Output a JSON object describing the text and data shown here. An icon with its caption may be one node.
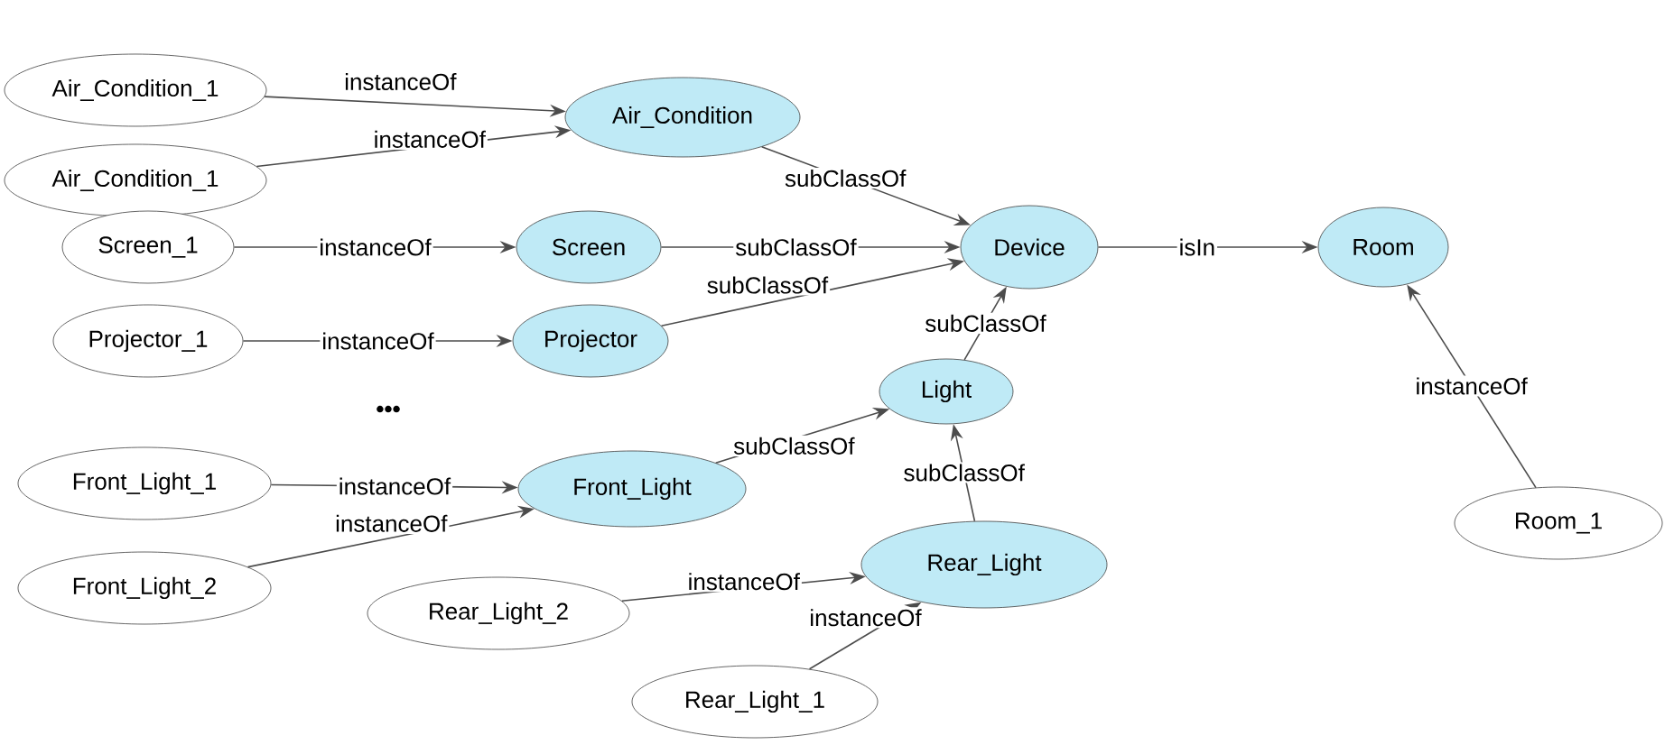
{
  "diagram": {
    "nodes": [
      {
        "text": [
          "Air_Condition_1"
        ]
      },
      {
        "text": [
          "Air_Condition_1"
        ]
      },
      {
        "text": [
          "Air_Condition"
        ]
      },
      {
        "text": [
          "Screen_1"
        ]
      },
      {
        "text": [
          "Screen"
        ]
      },
      {
        "text": [
          "Device"
        ]
      },
      {
        "text": [
          "Room"
        ]
      },
      {
        "text": [
          "Projector_1"
        ]
      },
      {
        "text": [
          "Projector"
        ]
      },
      {
        "text": [
          "Light"
        ]
      },
      {
        "text": [
          "Front_Light_1"
        ]
      },
      {
        "text": [
          "Front_Light"
        ]
      },
      {
        "text": [
          "Front_Light_2"
        ]
      },
      {
        "text": [
          "Rear_Light_2"
        ]
      },
      {
        "text": [
          "Rear_Light"
        ]
      },
      {
        "text": [
          "Room_1"
        ]
      },
      {
        "text": [
          "Rear_Light_1"
        ]
      }
    ],
    "edges": [
      {
        "from": 0,
        "to": 2,
        "arrow": "to",
        "label": "instanceOf"
      },
      {
        "from": 1,
        "to": 2,
        "arrow": "to",
        "label": "instanceOf"
      },
      {
        "from": 2,
        "to": 5,
        "arrow": "to",
        "label": "subClassOf"
      },
      {
        "from": 3,
        "to": 4,
        "arrow": "to",
        "label": "instanceOf"
      },
      {
        "from": 4,
        "to": 5,
        "arrow": "to",
        "label": "subClassOf"
      },
      {
        "from": 5,
        "to": 6,
        "arrow": "to",
        "label": "isIn"
      },
      {
        "from": 7,
        "to": 8,
        "arrow": "to",
        "label": "instanceOf"
      },
      {
        "from": 8,
        "to": 5,
        "arrow": "to",
        "label": "subClassOf"
      },
      {
        "from": 9,
        "to": 5,
        "arrow": "to",
        "label": "subClassOf"
      },
      {
        "from": 15,
        "to": 6,
        "arrow": "to",
        "label": "instanceOf"
      },
      {
        "from": 10,
        "to": 11,
        "arrow": "to",
        "label": "instanceOf"
      },
      {
        "from": 12,
        "to": 11,
        "arrow": "to",
        "label": "instanceOf"
      },
      {
        "from": 11,
        "to": 9,
        "arrow": "to",
        "label": "subClassOf"
      },
      {
        "from": 14,
        "to": 9,
        "arrow": "to",
        "label": "subClassOf"
      },
      {
        "from": 13,
        "to": 14,
        "arrow": "to",
        "label": "instanceOf"
      },
      {
        "from": 16,
        "to": 14,
        "arrow": "to",
        "label": "instanceOf"
      }
    ],
    "labels": [
      "•••"
    ]
  }
}
